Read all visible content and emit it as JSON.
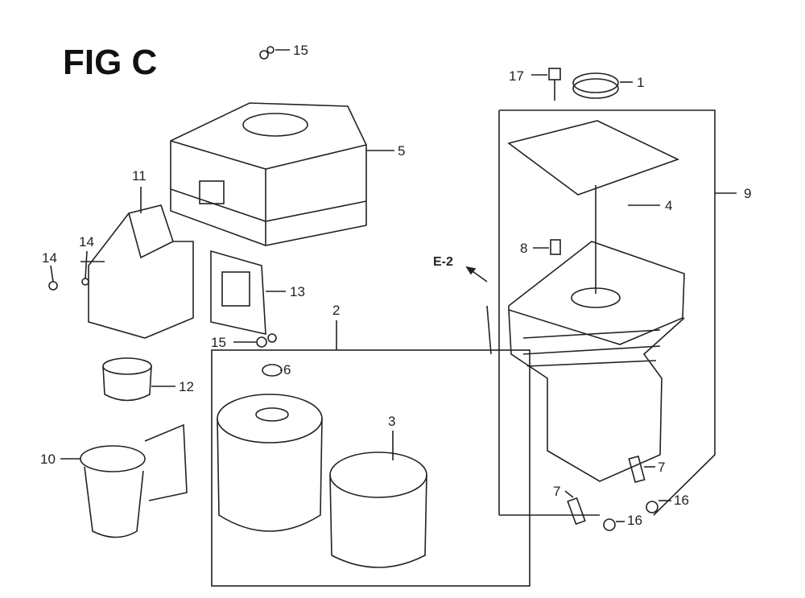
{
  "title": "FIG C",
  "reference": "E-2",
  "labels": {
    "p15a": "15",
    "p5": "5",
    "p11": "11",
    "p14a": "14",
    "p14b": "14",
    "p13": "13",
    "p2": "2",
    "p15b": "15",
    "p6": "6",
    "p12": "12",
    "p3": "3",
    "p10": "10",
    "p17": "17",
    "p1": "1",
    "p9": "9",
    "p4": "4",
    "p8": "8",
    "p7a": "7",
    "p7b": "7",
    "p16a": "16",
    "p16b": "16"
  },
  "colors": {
    "line": "#222222",
    "background": "#ffffff"
  }
}
